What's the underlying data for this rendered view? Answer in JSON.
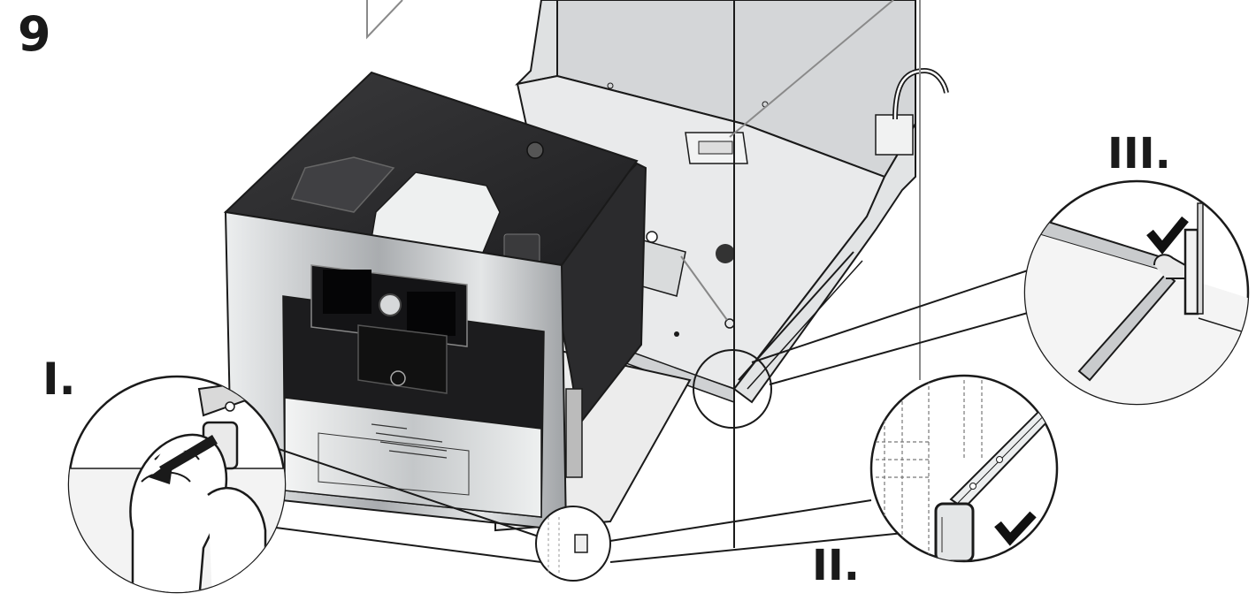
{
  "figure": {
    "step_number": "9",
    "callouts": [
      {
        "id": "i",
        "label": "I.",
        "content": "hand-pulling-rail-end-icon"
      },
      {
        "id": "ii",
        "label": "II.",
        "content": "rail-end-cap-check-icon"
      },
      {
        "id": "iii",
        "label": "III.",
        "content": "rail-hook-engaged-check-icon"
      }
    ],
    "main_illustration": "coffee-machine-sliding-into-niche",
    "colors": {
      "line": "#1a1a1a",
      "machine_black": "#2b2b2d",
      "steel": "#c9cbcd",
      "niche_wall": "#d4d6d8",
      "floor": "#e9eaeb",
      "check": "#111111"
    }
  }
}
